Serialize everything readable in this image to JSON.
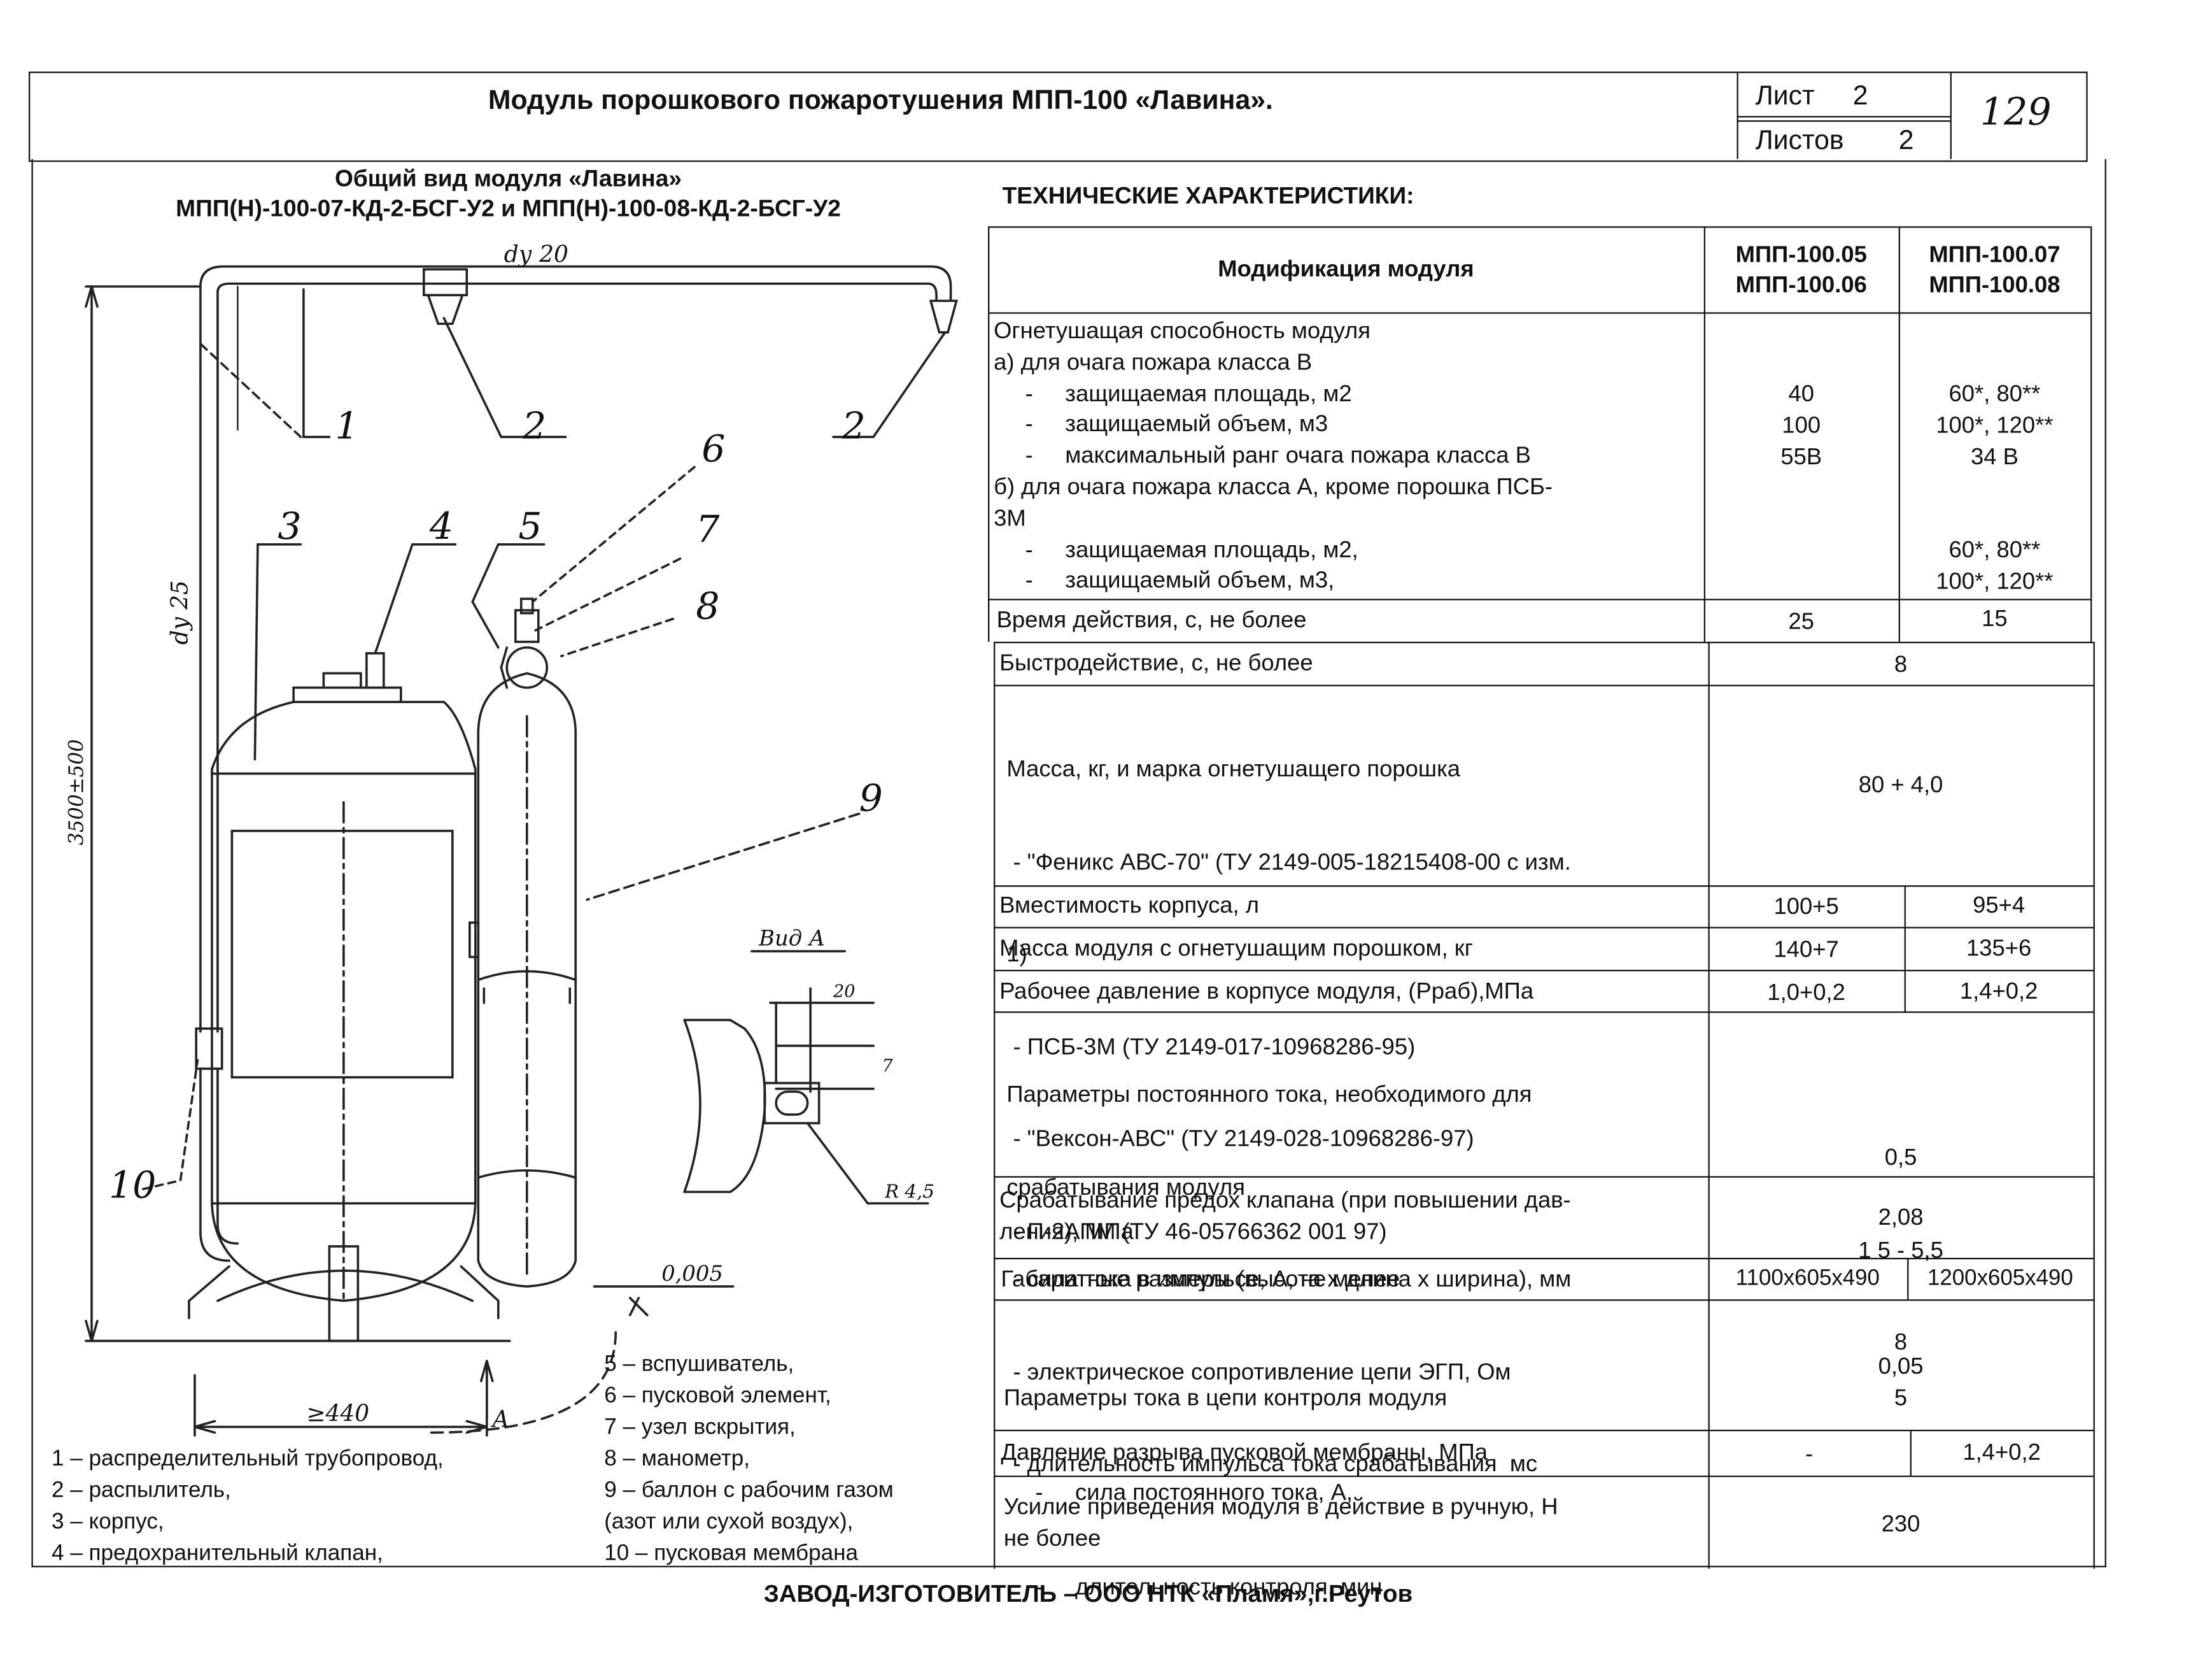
{
  "header": {
    "title": "Модуль порошкового пожаротушения МПП-100 «Лавина».",
    "sheet_label": "Лист",
    "sheet_value": "2",
    "sheets_label": "Листов",
    "sheets_value": "2",
    "page_number": "129"
  },
  "drawing": {
    "caption_line1": "Общий вид модуля «Лавина»",
    "caption_line2": "МПП(Н)-100-07-КД-2-БСГ-У2 и МПП(Н)-100-08-КД-2-БСГ-У2",
    "dim_top": "dу 20",
    "dim_riser": "dу 25",
    "dim_height": "3500±500",
    "dim_width": "≥440",
    "dim_gap": "0,005",
    "view_a_title": "Вид А",
    "view_a_dim_top": "20",
    "view_a_dim_side": "7",
    "view_a_radius": "R 4,5",
    "arrow_a": "A",
    "callouts": [
      "1",
      "2",
      "2",
      "3",
      "4",
      "5",
      "6",
      "7",
      "8",
      "9",
      "10"
    ]
  },
  "legend_left": [
    "1 – распределительный трубопровод,",
    "2 – распылитель,",
    "3 – корпус,",
    "4 – предохранительный клапан,"
  ],
  "legend_right": [
    "5 – вспушиватель,",
    "6 – пусковой элемент,",
    "7 – узел вскрытия,",
    "8 – манометр,",
    "9 – баллон с рабочим газом",
    "(азот или сухой воздух),",
    "10 – пусковая мембрана"
  ],
  "specs": {
    "heading": "ТЕХНИЧЕСКИЕ ХАРАКТЕРИСТИКИ:",
    "header_param": "Модификация модуля",
    "header_col1": [
      "МПП-100.05",
      "МПП-100.06"
    ],
    "header_col2": [
      "МПП-100.07",
      "МПП-100.08"
    ],
    "rows": [
      {
        "param": [
          "Огнетушащая способность модуля",
          "а) для очага пожара класса В",
          "-     защищаемая площадь, м2",
          "-     защищаемый объем, м3",
          "-     максимальный ранг очага пожара класса В",
          "б) для очага пожара класса А, кроме порошка ПСБ-",
          "3М",
          "-     защищаемая площадь, м2,",
          "-     защищаемый объем, м3,"
        ],
        "col1": [
          "40",
          "100",
          "55В"
        ],
        "col2": [
          "60*, 80**",
          "100*, 120**",
          "34 В",
          "60*, 80**",
          "100*, 120**"
        ]
      },
      {
        "param": [
          "Время действия, с, не более"
        ],
        "col1": [
          "25"
        ],
        "col2": [
          "15"
        ]
      },
      {
        "param": [
          "Быстродействие, с, не более"
        ],
        "merged": [
          "8"
        ]
      },
      {
        "param": [
          "Масса, кг, и марка огнетушащего порошка",
          " - \"Феникс АВС-70\" (ТУ 2149-005-18215408-00 с изм.",
          "1)",
          " - ПСБ-3М (ТУ 2149-017-10968286-95)",
          " - \"Вексон-АВС\" (ТУ 2149-028-10968286-97)",
          " - П-2АПМ (ТУ 46-05766362 001 97)"
        ],
        "merged": [
          "80 + 4,0"
        ]
      },
      {
        "param": [
          "Вместимость корпуса, л"
        ],
        "col1": [
          "100+5"
        ],
        "col2": [
          "95+4"
        ]
      },
      {
        "param": [
          "Масса модуля с огнетушащим порошком, кг"
        ],
        "col1": [
          "140+7"
        ],
        "col2": [
          "135+6"
        ]
      },
      {
        "param": [
          "Рабочее давление в корпусе модуля, (Рраб),МПа"
        ],
        "col1": [
          "1,0+0,2"
        ],
        "col2": [
          "1,4+0,2"
        ]
      },
      {
        "param": [
          "Параметры постоянного тока, необходимого для",
          "срабатывания модуля",
          " - сила тока в импульсе, А, не менее",
          " - электрическое сопротивление цепи ЭГП, Ом",
          " - длительность импульса тока срабатывания  мс"
        ],
        "merged": [
          "0,5",
          "1 5 - 5,5",
          "8"
        ]
      },
      {
        "param": [
          "Срабатывание предох  клапана (при повышении дав-",
          "ления), МПа"
        ],
        "merged": [
          "2,08"
        ]
      },
      {
        "param": [
          "Габаритные размеры (высота х длина х ширина), мм"
        ],
        "col1": [
          "1100х605х490"
        ],
        "col2": [
          "1200х605х490"
        ]
      },
      {
        "param": [
          "Параметры тока в цепи контроля модуля",
          "-     сила постоянного тока, А,",
          "-     длительность контроля, мин"
        ],
        "merged": [
          "0,05",
          "5"
        ]
      },
      {
        "param": [
          "Давление разрыва пусковой мембраны, МПа"
        ],
        "col1": [
          "-"
        ],
        "col2": [
          "1,4+0,2"
        ]
      },
      {
        "param": [
          "Усилие приведения модуля в действие в ручную, Н",
          "не  более"
        ],
        "merged": [
          "230"
        ]
      }
    ]
  },
  "footer": "ЗАВОД-ИЗГОТОВИТЕЛЬ – ООО НТК «Пламя»,г.Реутов"
}
